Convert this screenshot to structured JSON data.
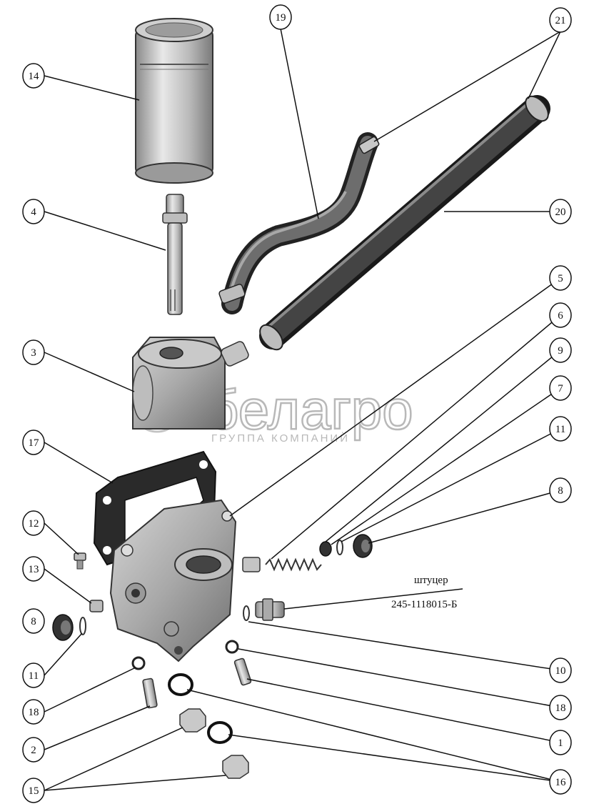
{
  "diagram": {
    "callouts": [
      "14",
      "4",
      "3",
      "17",
      "12",
      "13",
      "8",
      "11",
      "18",
      "2",
      "15",
      "19",
      "21",
      "20",
      "5",
      "6",
      "9",
      "7",
      "11",
      "8",
      "10",
      "18",
      "1",
      "16"
    ],
    "fitting_note": {
      "line1": "штуцер",
      "line2": "245-1118015-Б"
    }
  },
  "watermark": {
    "brand": "белагро",
    "tagline": "ГРУППА КОМПАНИЙ"
  }
}
